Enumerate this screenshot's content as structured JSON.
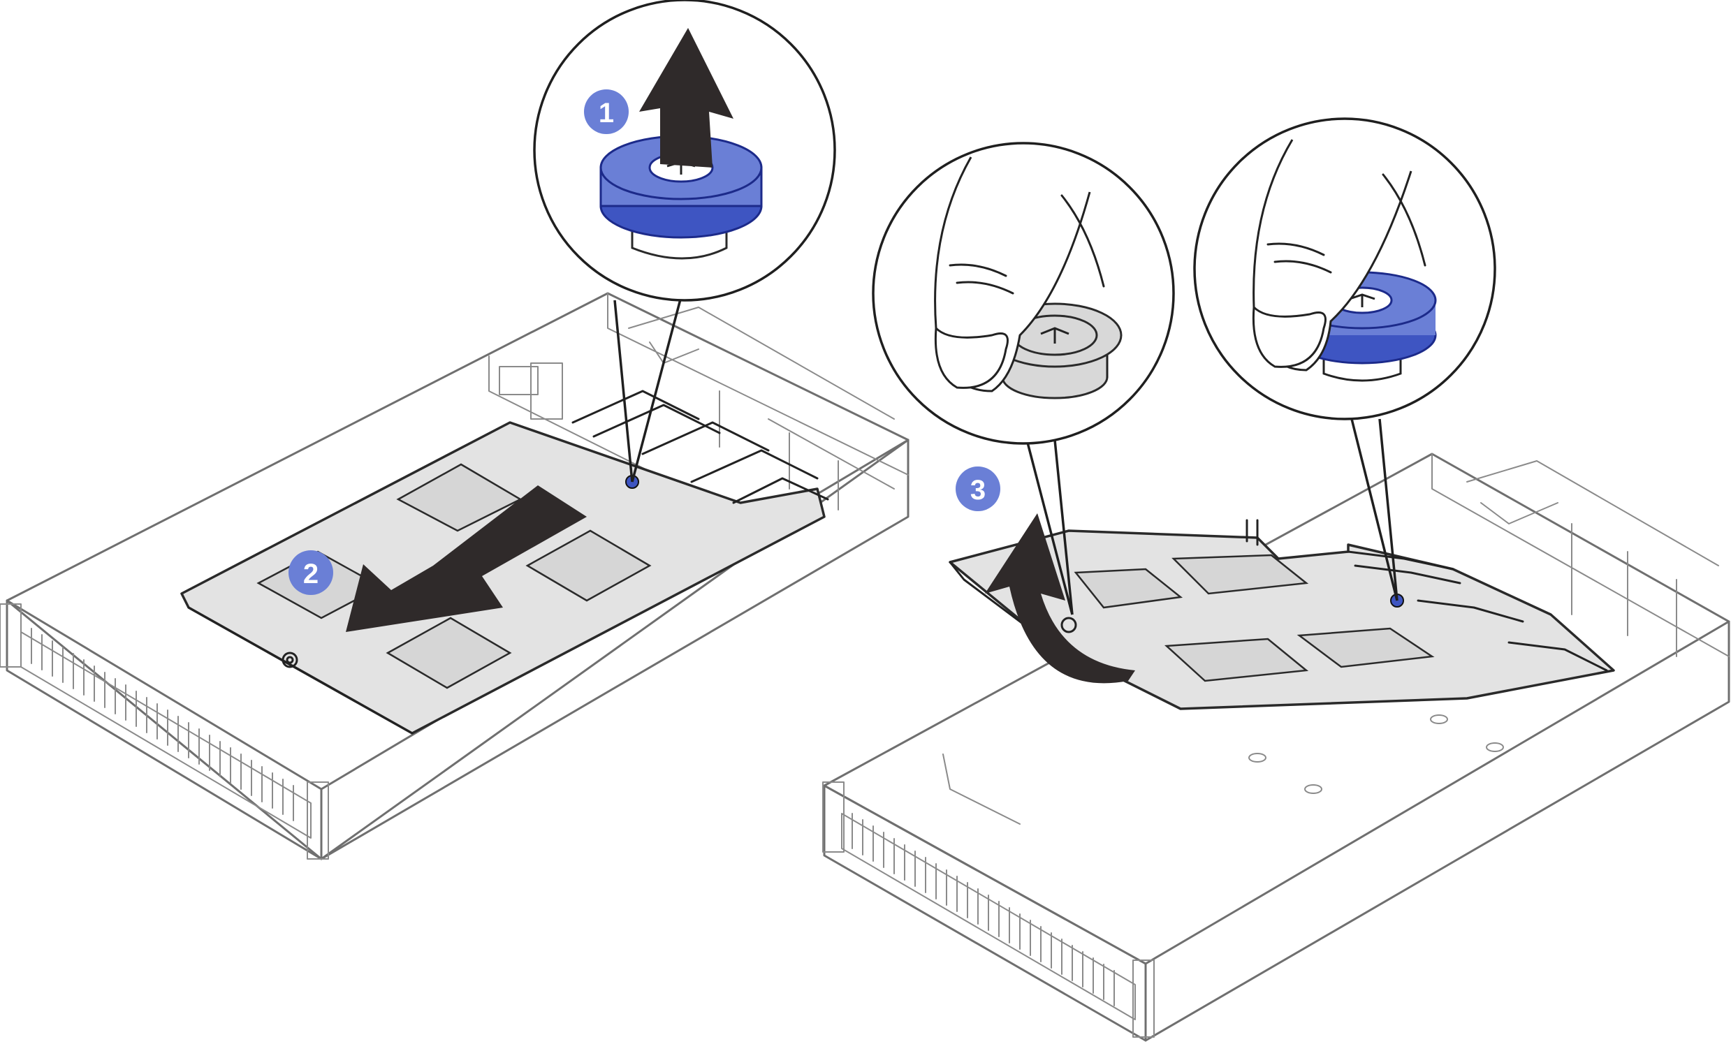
{
  "figure": {
    "steps": [
      {
        "id": "step-1",
        "number": "1"
      },
      {
        "id": "step-2",
        "number": "2"
      },
      {
        "id": "step-3",
        "number": "3"
      }
    ],
    "icons": {
      "lift_arrow": "up-arrow-icon",
      "slide_arrow": "slide-left-arrow-icon",
      "rotate_arrow": "curved-lift-arrow-icon",
      "knob": "plunger-knob-icon",
      "finger": "finger-icon"
    },
    "colors": {
      "accent_blue": "#6a7fd6",
      "accent_blue_dark": "#3e55c2",
      "arrow_fill": "#2f2a2a",
      "line_gray": "#6f6f6f",
      "board_fill": "#e3e3e3"
    }
  }
}
